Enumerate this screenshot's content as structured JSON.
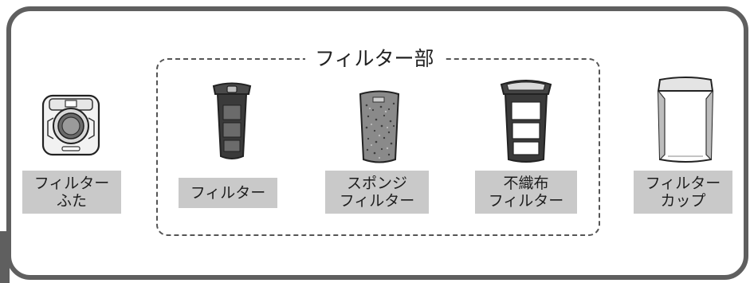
{
  "group": {
    "title": "フィルター部"
  },
  "parts": [
    {
      "id": "filter-lid",
      "icon": "filter-lid-icon",
      "label_lines": [
        "フィルター",
        "ふた"
      ]
    },
    {
      "id": "filter",
      "icon": "filter-icon",
      "label_lines": [
        "フィルター"
      ]
    },
    {
      "id": "sponge-filter",
      "icon": "sponge-filter-icon",
      "label_lines": [
        "スポンジ",
        "フィルター"
      ]
    },
    {
      "id": "nonwoven-filter",
      "icon": "nonwoven-filter-icon",
      "label_lines": [
        "不織布",
        "フィルター"
      ]
    },
    {
      "id": "filter-cup",
      "icon": "filter-cup-icon",
      "label_lines": [
        "フィルター",
        "カップ"
      ]
    }
  ],
  "colors": {
    "frame": "#5f5f5f",
    "label_bg": "#c9c9c9",
    "dark_part": "#3a3a3a"
  }
}
